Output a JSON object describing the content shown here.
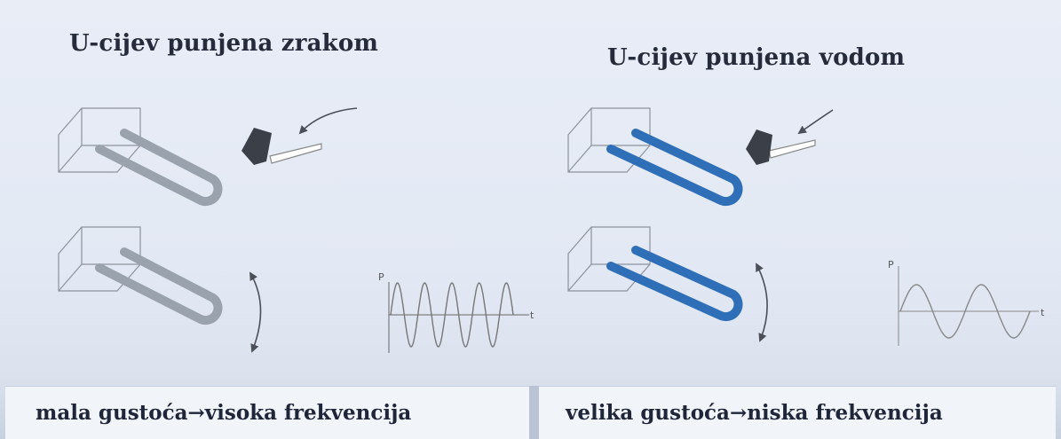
{
  "left": {
    "title": "U-cijev punjena zrakom",
    "caption": "mala gustoća→visoka frekvencija",
    "tube_color": "#9aa3ad",
    "wave_cycles": 4.5
  },
  "right": {
    "title": "U-cijev punjena vodom",
    "caption": "velika gustoća→niska frekvencija",
    "tube_color": "#2f6fb8",
    "wave_cycles": 2
  },
  "graph": {
    "y_axis": "P",
    "x_axis": "t"
  }
}
